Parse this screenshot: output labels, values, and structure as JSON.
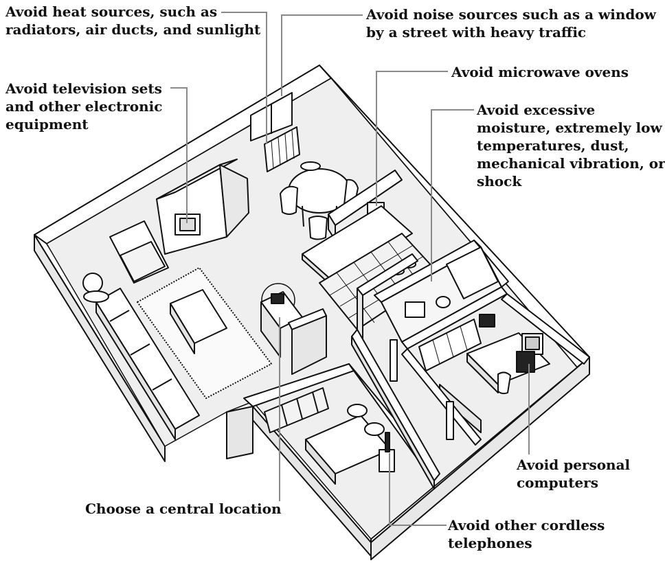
{
  "callouts": {
    "heat": {
      "lines": [
        "Avoid heat sources, such as",
        "radiators, air ducts, and sunlight"
      ]
    },
    "noise": {
      "lines": [
        "Avoid noise sources such as a window",
        "by a street with heavy traffic"
      ]
    },
    "television": {
      "lines": [
        "Avoid television sets",
        "and other electronic",
        "equipment"
      ]
    },
    "microwave": {
      "lines": [
        "Avoid microwave ovens"
      ]
    },
    "moisture": {
      "lines": [
        "Avoid excessive",
        "moisture, extremely low",
        "temperatures, dust,",
        "mechanical vibration, or",
        "shock"
      ]
    },
    "computers": {
      "lines": [
        "Avoid personal",
        "computers"
      ]
    },
    "central": {
      "lines": [
        "Choose a central location"
      ]
    },
    "cordless": {
      "lines": [
        "Avoid other cordless",
        "telephones"
      ]
    }
  },
  "colors": {
    "ink": "#111111",
    "floor": "#efefef",
    "wall": "#ffffff",
    "leader": "#888888",
    "equipment": "#222222"
  }
}
